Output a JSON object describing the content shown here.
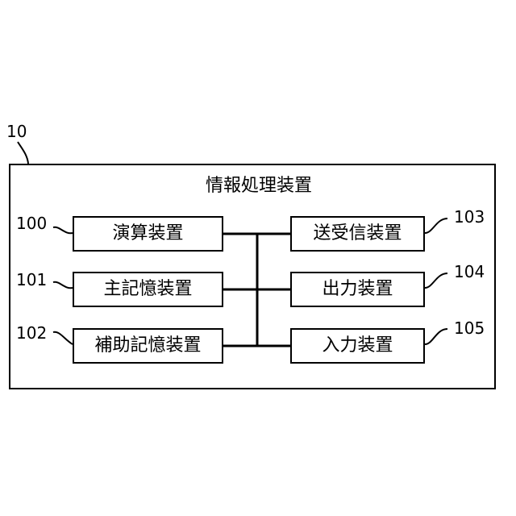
{
  "diagram": {
    "outer_ref": "10",
    "title": "情報処理装置",
    "left_devices": [
      {
        "ref": "100",
        "label": "演算装置"
      },
      {
        "ref": "101",
        "label": "主記憶装置"
      },
      {
        "ref": "102",
        "label": "補助記憶装置"
      }
    ],
    "right_devices": [
      {
        "ref": "103",
        "label": "送受信装置"
      },
      {
        "ref": "104",
        "label": "出力装置"
      },
      {
        "ref": "105",
        "label": "入力装置"
      }
    ],
    "line_color": "#000000"
  }
}
